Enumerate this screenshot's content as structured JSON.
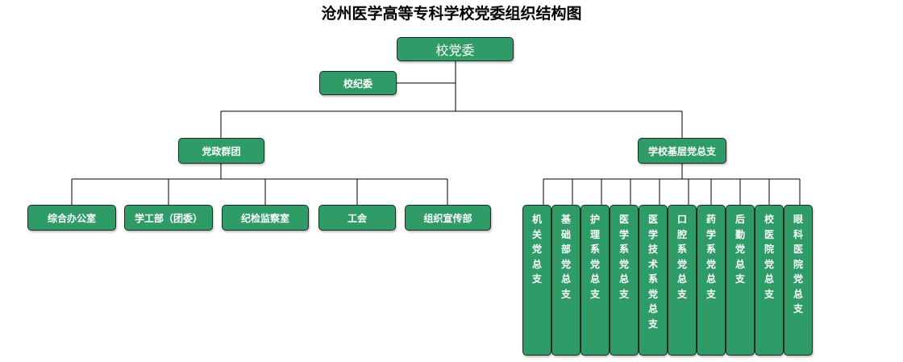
{
  "title": "沧州医学高等专科学校党委组织结构图",
  "root": "校党委",
  "discipline_committee": "校纪委",
  "left_branch": {
    "label": "党政群团",
    "children": [
      "综合办公室",
      "学工部（团委）",
      "纪检监察室",
      "工会",
      "组织宣传部"
    ]
  },
  "right_branch": {
    "label": "学校基层党总支",
    "children": [
      "机关党总支",
      "基础部党总支",
      "护理系党总支",
      "医学系党总支",
      "医学技术系党总支",
      "口腔系党总支",
      "药学系党总支",
      "后勤党总支",
      "校医院党总支",
      "眼科医院党总支"
    ]
  },
  "colors": {
    "box_fill": "#2f9c68",
    "box_border": "#1d2b24",
    "line": "#000000",
    "text": "#ffffff"
  }
}
